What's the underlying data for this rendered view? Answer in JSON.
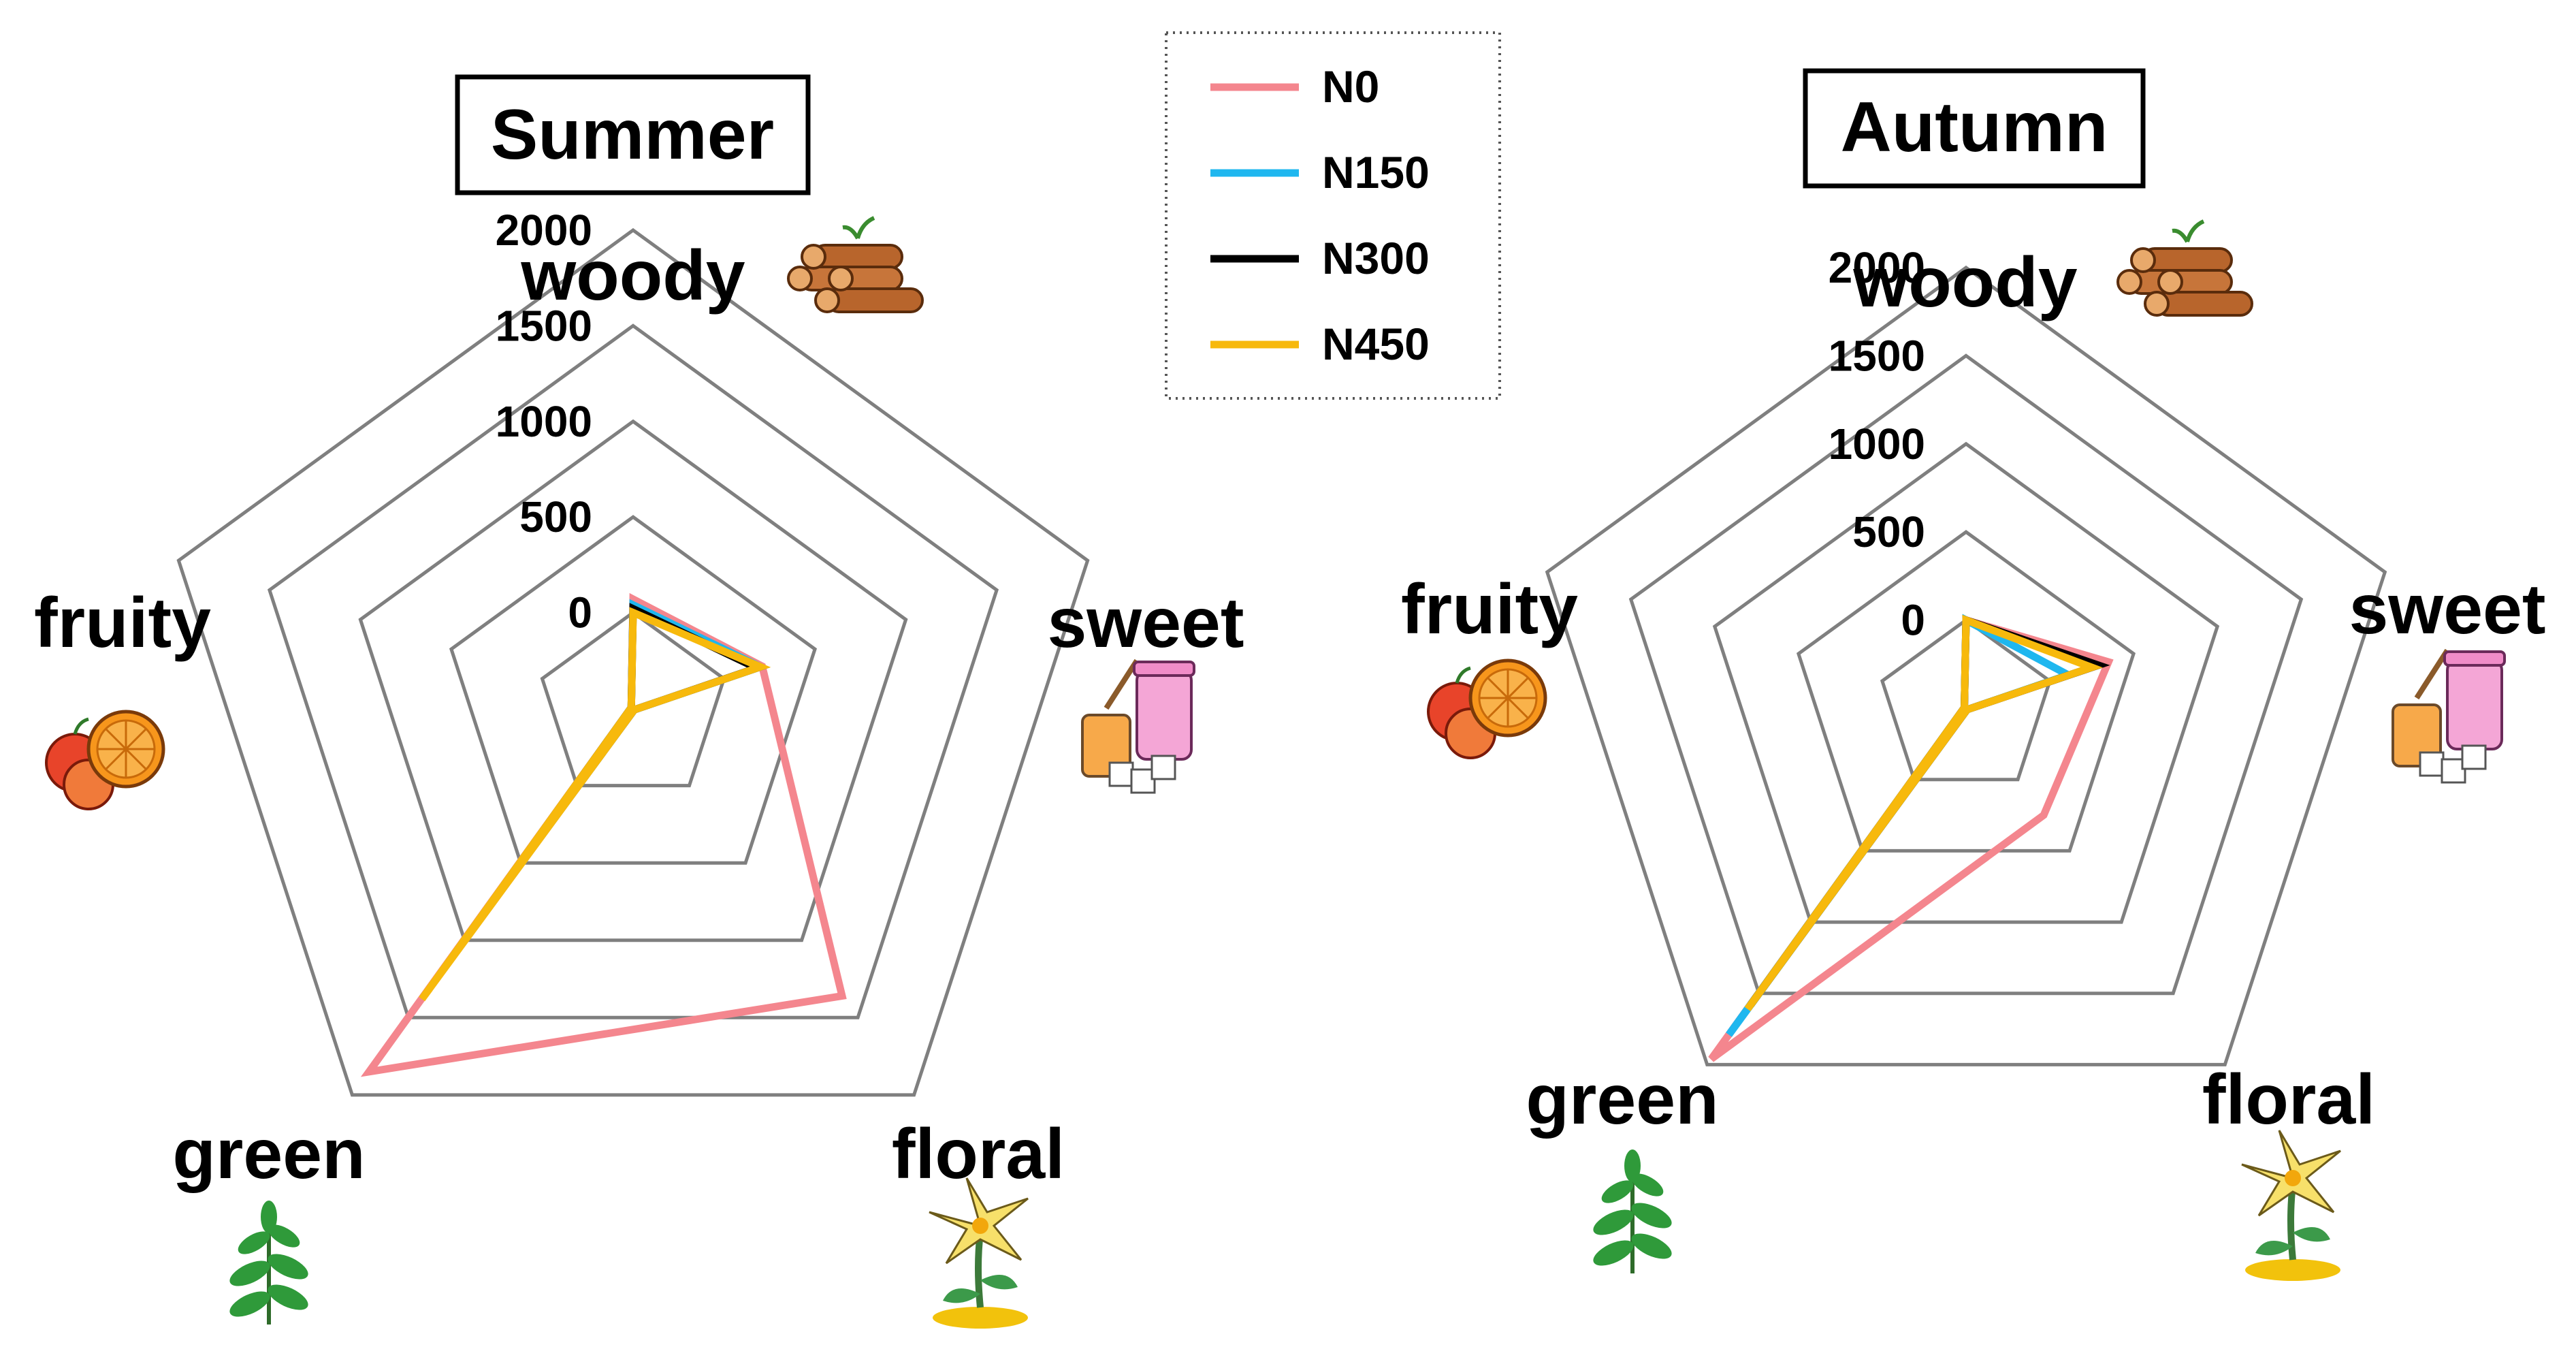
{
  "legend": {
    "entries": [
      {
        "name": "N0",
        "color": "#f4868e"
      },
      {
        "name": "N150",
        "color": "#1fb7ef"
      },
      {
        "name": "N300",
        "color": "#000000"
      },
      {
        "name": "N450",
        "color": "#f7b90c"
      }
    ],
    "placement": "top-center",
    "border": "dotted"
  },
  "chart_data": [
    {
      "type": "radar",
      "title": "Summer",
      "axes": [
        "woody",
        "sweet",
        "floral",
        "green",
        "fruity"
      ],
      "axis_icons": [
        "logs-icon",
        "honey-jar-icon",
        "flower-icon",
        "leaf-branch-icon",
        "orange-apple-icon"
      ],
      "ticks": [
        "0",
        "500",
        "1000",
        "1500",
        "2000"
      ],
      "rlim": [
        -500,
        2000
      ],
      "grid": true,
      "series": [
        {
          "name": "N0",
          "values": [
            70,
            210,
            1360,
            1850,
            -490
          ]
        },
        {
          "name": "N150",
          "values": [
            40,
            200,
            -490,
            1200,
            -490
          ]
        },
        {
          "name": "N300",
          "values": [
            20,
            180,
            -490,
            1040,
            -490
          ]
        },
        {
          "name": "N450",
          "values": [
            0,
            200,
            -490,
            1380,
            -490
          ]
        }
      ]
    },
    {
      "type": "radar",
      "title": "Autumn",
      "axes": [
        "woody",
        "sweet",
        "floral",
        "green",
        "fruity"
      ],
      "axis_icons": [
        "logs-icon",
        "honey-jar-icon",
        "flower-icon",
        "leaf-branch-icon",
        "orange-apple-icon"
      ],
      "ticks": [
        "0",
        "500",
        "1000",
        "1500",
        "2000"
      ],
      "rlim": [
        -500,
        2000
      ],
      "grid": true,
      "series": [
        {
          "name": "N0",
          "values": [
            0,
            350,
            250,
            1960,
            -490
          ]
        },
        {
          "name": "N150",
          "values": [
            0,
            110,
            -490,
            1790,
            -490
          ]
        },
        {
          "name": "N300",
          "values": [
            0,
            290,
            -490,
            1580,
            -490
          ]
        },
        {
          "name": "N450",
          "values": [
            0,
            250,
            -490,
            1610,
            -490
          ]
        }
      ]
    }
  ]
}
